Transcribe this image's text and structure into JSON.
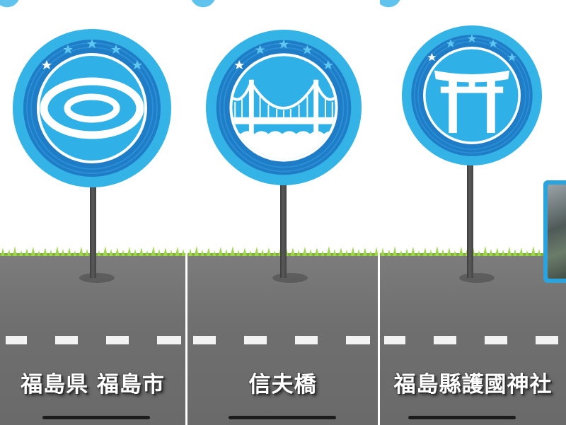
{
  "app": {
    "accent_color": "#2ba3dc",
    "road_color": "#6f6f6f",
    "grass_color": "#8bc34a"
  },
  "cards": [
    {
      "label": "福島県 福島市",
      "icon": "stadium-rings-icon"
    },
    {
      "label": "信夫橋",
      "icon": "suspension-bridge-icon"
    },
    {
      "label": "福島縣護國神社",
      "icon": "torii-gate-icon"
    }
  ],
  "next_card_preview": {
    "icon": "photo-thumbnail"
  }
}
